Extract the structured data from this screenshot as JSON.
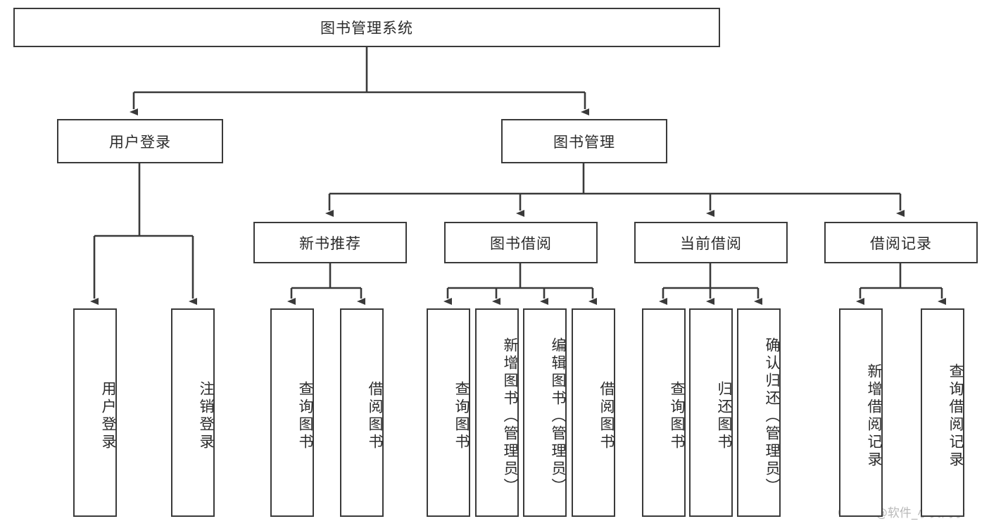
{
  "diagram": {
    "title": "图书管理系统",
    "type": "tree",
    "root": {
      "label": "图书管理系统",
      "children": [
        {
          "label": "用户登录",
          "children": [
            {
              "label": "用户登录"
            },
            {
              "label": "注销登录"
            }
          ]
        },
        {
          "label": "图书管理",
          "children": [
            {
              "label": "新书推荐",
              "children": [
                {
                  "label": "查询图书"
                },
                {
                  "label": "借阅图书"
                }
              ]
            },
            {
              "label": "图书借阅",
              "children": [
                {
                  "label": "查询图书"
                },
                {
                  "label": "新增图书（管理员）"
                },
                {
                  "label": "编辑图书（管理员）"
                },
                {
                  "label": "借阅图书"
                }
              ]
            },
            {
              "label": "当前借阅",
              "children": [
                {
                  "label": "查询图书"
                },
                {
                  "label": "归还图书"
                },
                {
                  "label": "确认归还（管理员）"
                }
              ]
            },
            {
              "label": "借阅记录",
              "children": [
                {
                  "label": "新增借阅记录"
                },
                {
                  "label": "查询借阅记录"
                }
              ]
            }
          ]
        }
      ]
    },
    "nodes": {
      "root": "图书管理系统",
      "l2_user": "用户登录",
      "l2_book": "图书管理",
      "l3_new": "新书推荐",
      "l3_borrow": "图书借阅",
      "l3_current": "当前借阅",
      "l3_record": "借阅记录",
      "leaf_user_login": "用户登录",
      "leaf_user_logout": "注销登录",
      "leaf_new_query": "查询图书",
      "leaf_new_borrow": "借阅图书",
      "leaf_borrow_query": "查询图书",
      "leaf_borrow_add": "新增图书（管理员）",
      "leaf_borrow_edit": "编辑图书（管理员）",
      "leaf_borrow_do": "借阅图书",
      "leaf_cur_query": "查询图书",
      "leaf_cur_return": "归还图书",
      "leaf_cur_confirm": "确认归还（管理员）",
      "leaf_rec_add": "新增借阅记录",
      "leaf_rec_query": "查询借阅记录"
    },
    "colors": {
      "stroke": "#3a3a3a",
      "fill": "#ffffff",
      "text": "#2b2b2b",
      "watermark": "#b9b9b9"
    }
  },
  "watermark": {
    "text": "CSDN @软件_小贺同学"
  }
}
